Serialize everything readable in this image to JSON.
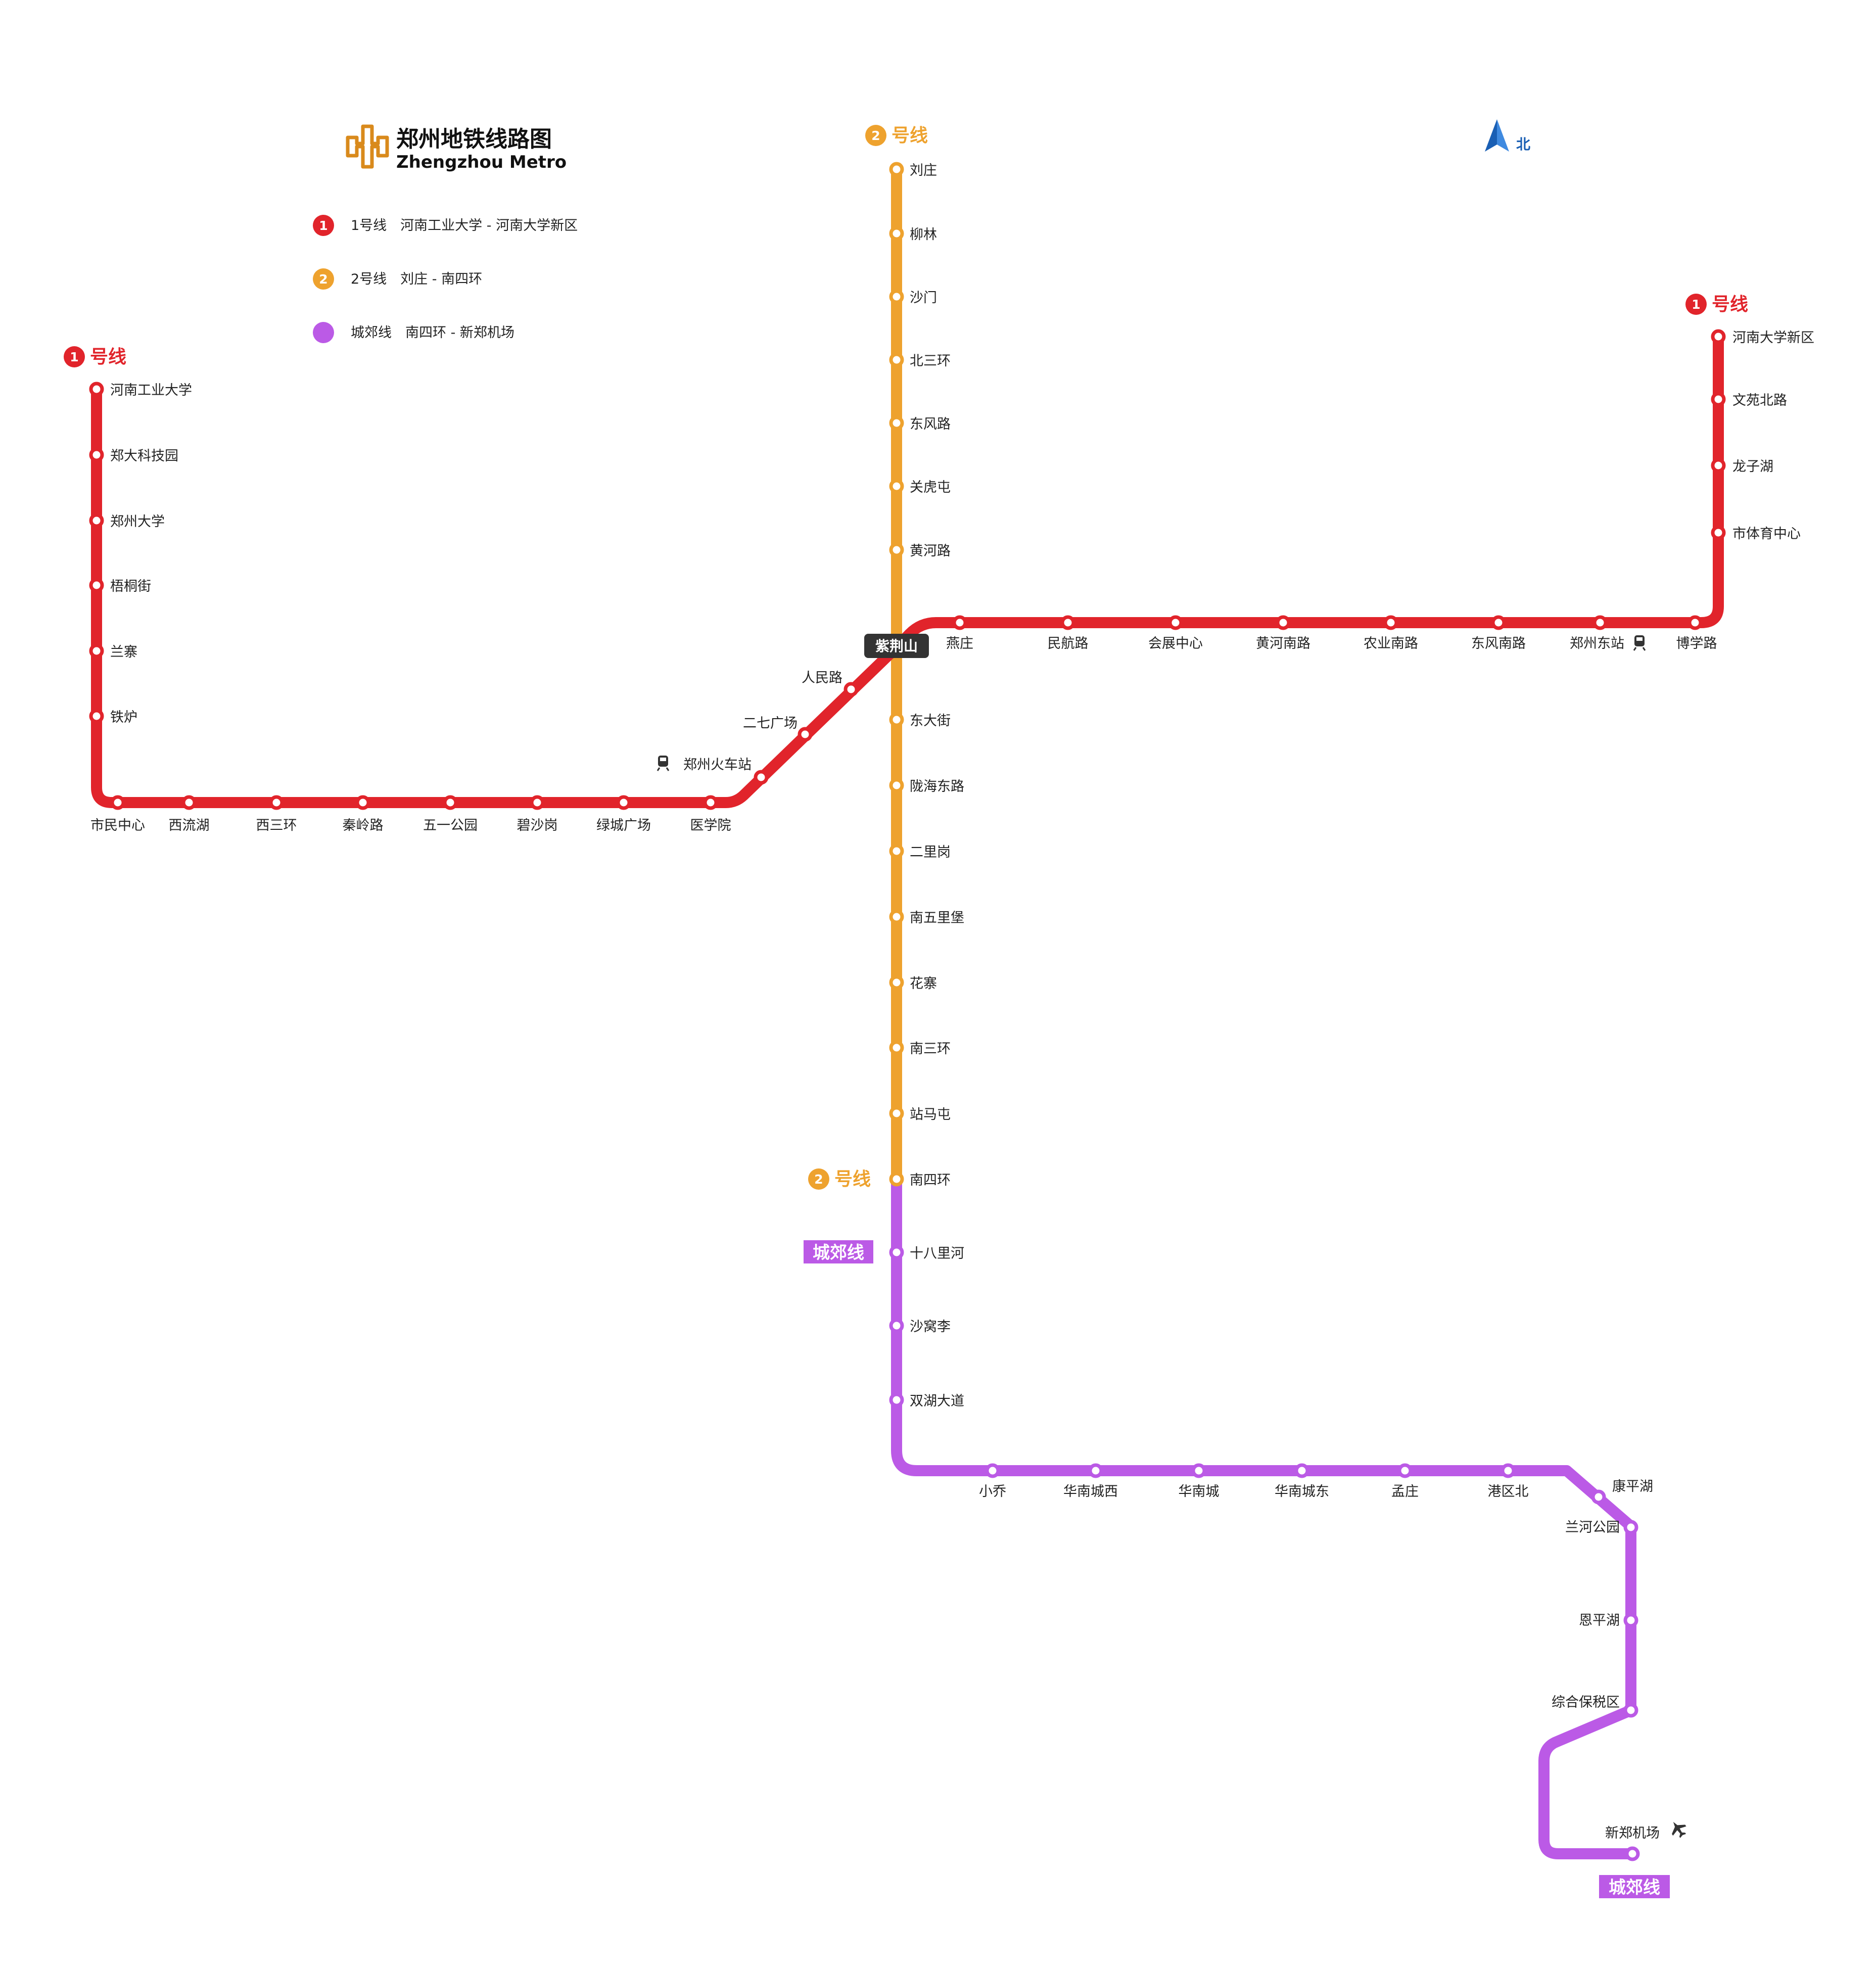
{
  "title": {
    "cn": "郑州地铁线路图",
    "en": "Zhengzhou Metro"
  },
  "north_label": "北",
  "colors": {
    "line1": "#e1242b",
    "line2": "#eea22e",
    "chengjiao": "#bb5ae6",
    "hub": "#333333",
    "north": "#1a5fb4"
  },
  "legend": [
    {
      "marker": "1",
      "text": "1号线　河南工业大学 - 河南大学新区",
      "color": "#e1242b"
    },
    {
      "marker": "2",
      "text": "2号线　刘庄 - 南四环",
      "color": "#eea22e"
    },
    {
      "marker": "",
      "text": "城郊线　南四环 - 新郑机场",
      "color": "#bb5ae6"
    }
  ],
  "line_tags": {
    "line1_west": {
      "num": "1",
      "text": "号线"
    },
    "line1_east": {
      "num": "1",
      "text": "号线"
    },
    "line2_north": {
      "num": "2",
      "text": "号线"
    },
    "line2_south": {
      "num": "2",
      "text": "号线"
    },
    "chengjiao_north": "城郊线",
    "chengjiao_south": "城郊线"
  },
  "hub": "紫荆山",
  "stations": {
    "line1_west_vertical": [
      "河南工业大学",
      "郑大科技园",
      "郑州大学",
      "梧桐街",
      "兰寨",
      "铁炉"
    ],
    "line1_west_horizontal": [
      "市民中心",
      "西流湖",
      "西三环",
      "秦岭路",
      "五一公园",
      "碧沙岗",
      "绿城广场",
      "医学院"
    ],
    "line1_diagonal": [
      "郑州火车站",
      "二七广场",
      "人民路"
    ],
    "line1_east_horizontal": [
      "燕庄",
      "民航路",
      "会展中心",
      "黄河南路",
      "农业南路",
      "东风南路",
      "郑州东站",
      "博学路"
    ],
    "line1_east_vertical": [
      "市体育中心",
      "龙子湖",
      "文苑北路",
      "河南大学新区"
    ],
    "line2_north": [
      "刘庄",
      "柳林",
      "沙门",
      "北三环",
      "东风路",
      "关虎屯",
      "黄河路"
    ],
    "line2_south": [
      "东大街",
      "陇海东路",
      "二里岗",
      "南五里堡",
      "花寨",
      "南三环",
      "站马屯",
      "南四环"
    ],
    "chengjiao_vertical": [
      "十八里河",
      "沙窝李",
      "双湖大道"
    ],
    "chengjiao_horizontal": [
      "小乔",
      "华南城西",
      "华南城",
      "华南城东",
      "孟庄",
      "港区北"
    ],
    "chengjiao_east": [
      "康平湖",
      "兰河公园",
      "恩平湖",
      "综合保税区",
      "新郑机场"
    ]
  }
}
